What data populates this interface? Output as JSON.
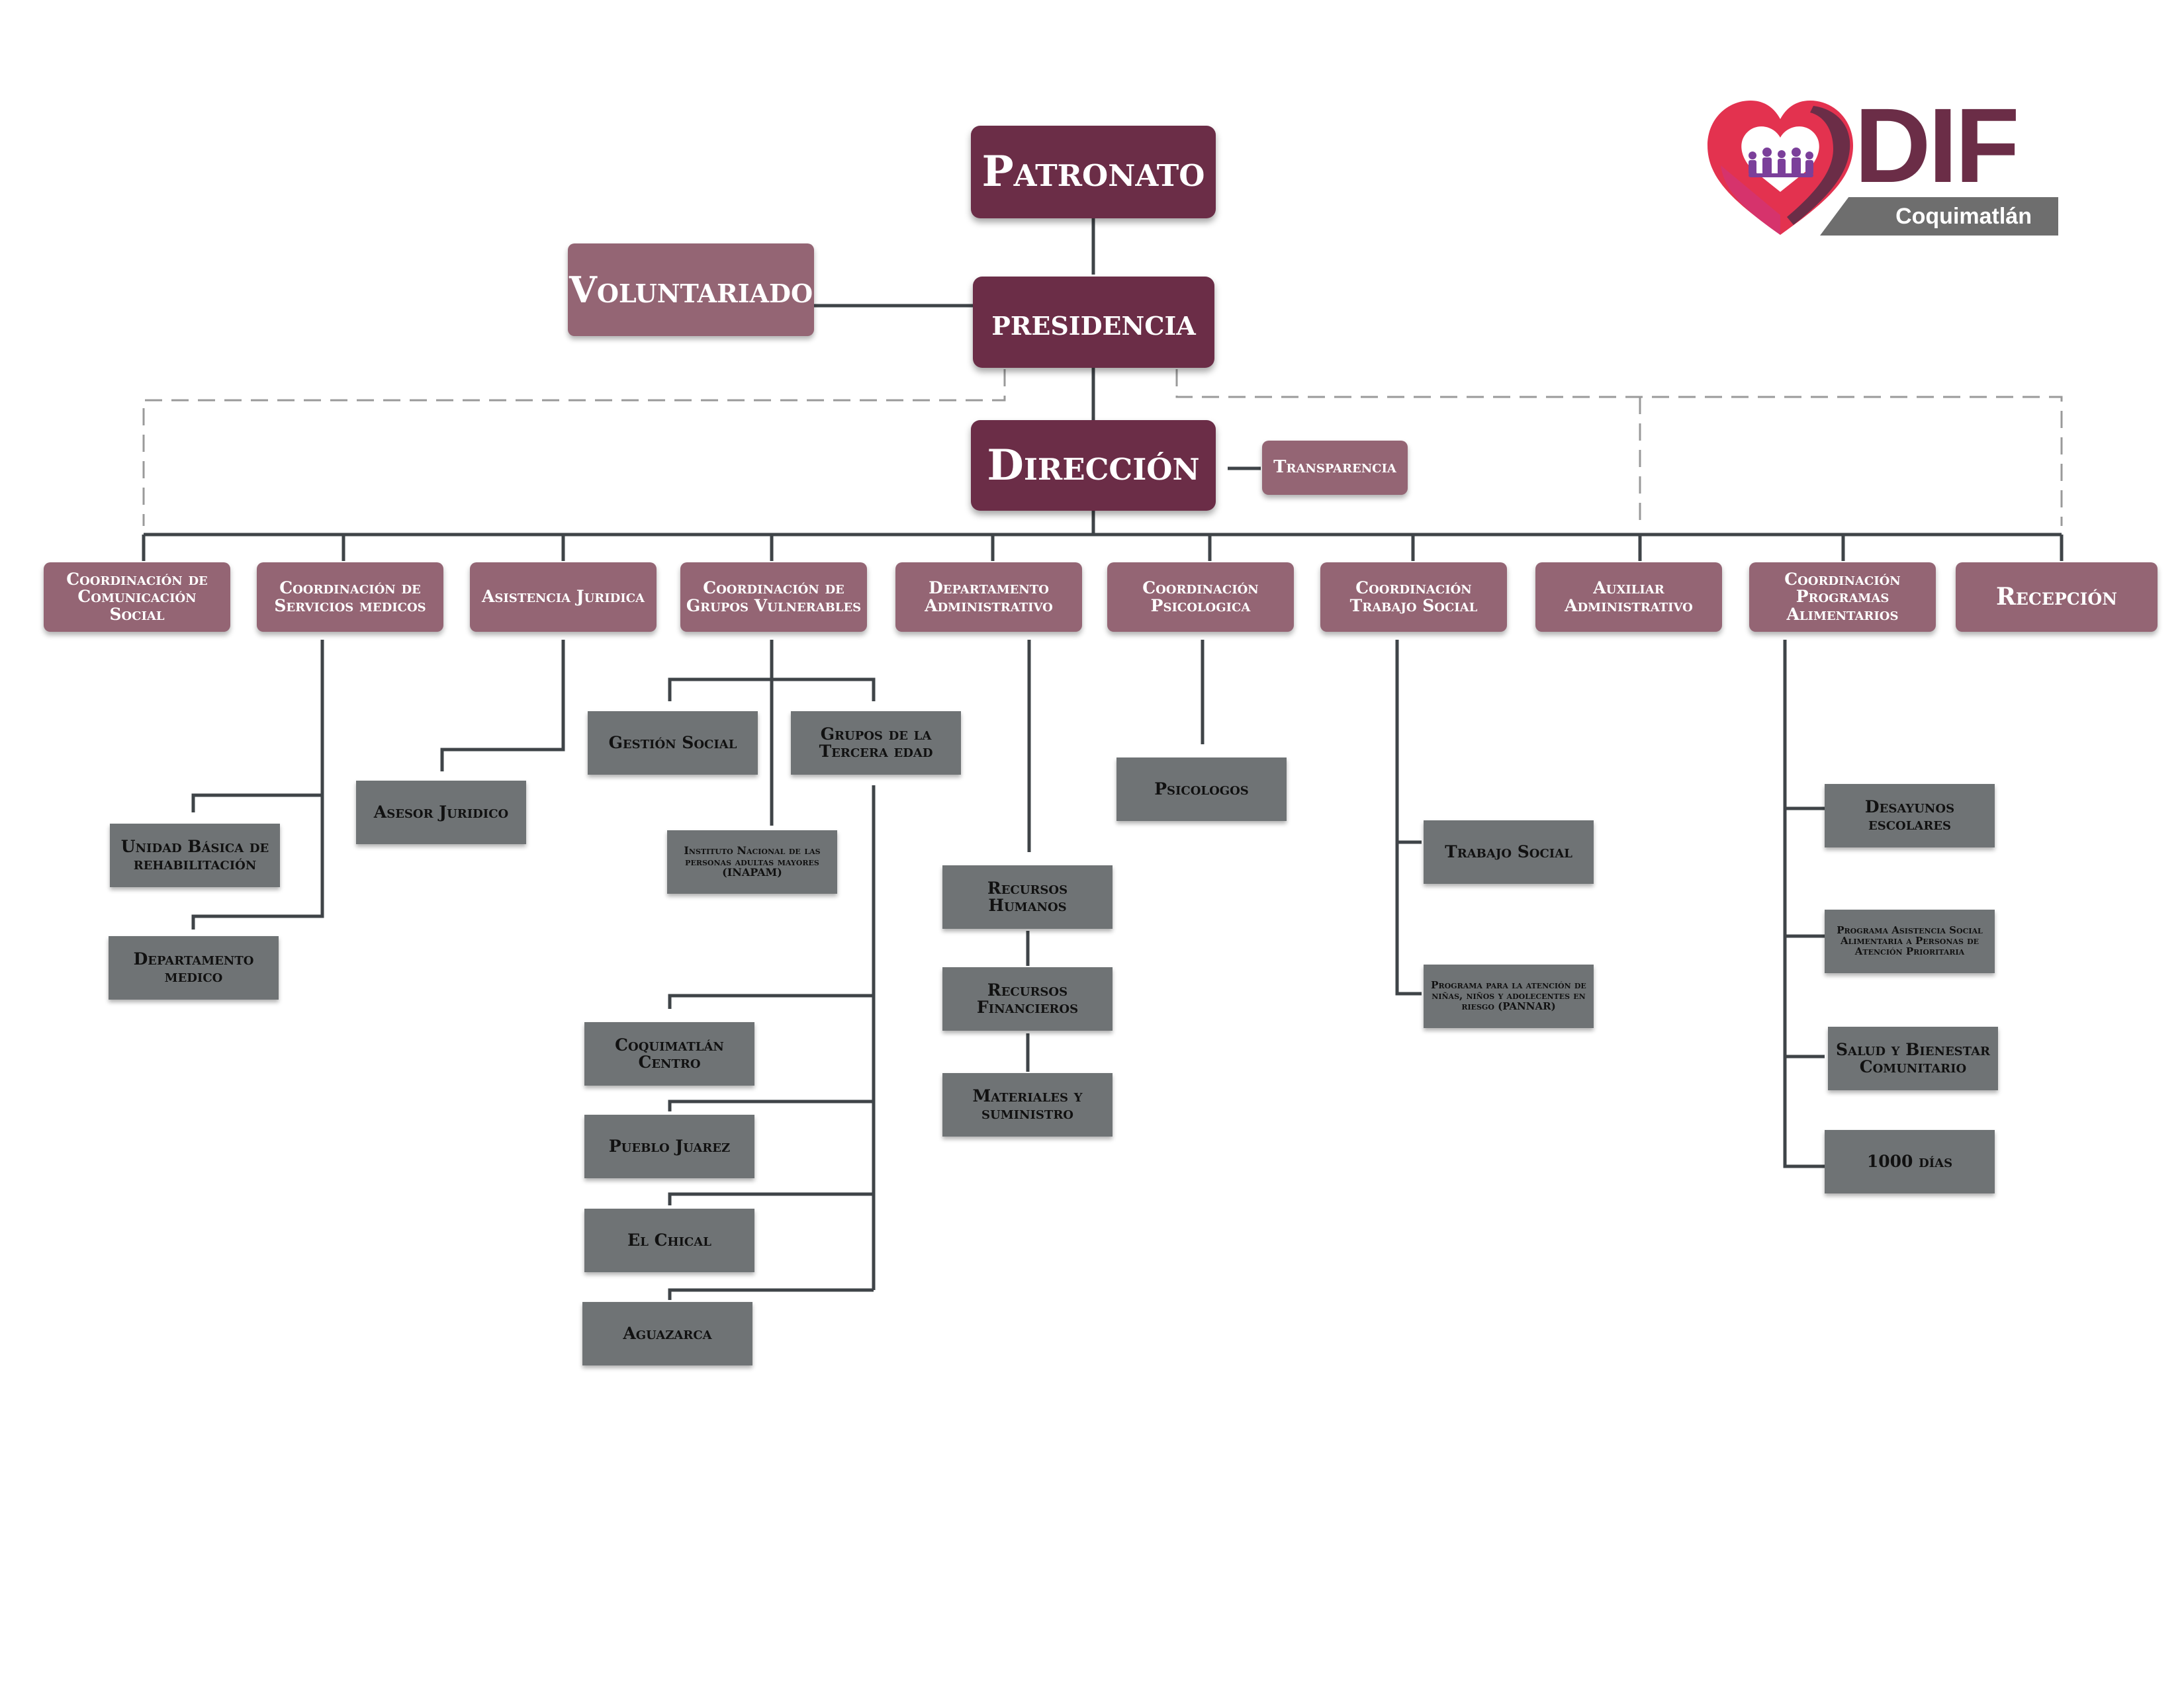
{
  "top": {
    "patronato": "Patronato",
    "presidencia": "presidencia",
    "voluntariado": "Voluntariado",
    "direccion": "Dirección",
    "transparencia": "Transparencia"
  },
  "logo": {
    "title": "DIF",
    "subtitle": "Coquimatlán",
    "colors": {
      "heart_red": "#e3324f",
      "heart_pink": "#d6336c",
      "heart_dark": "#6b2d47",
      "figures": "#7b3f9a"
    }
  },
  "departments": [
    {
      "label": "Coordinación de Comunicación Social"
    },
    {
      "label": "Coordinación de Servicios medicos"
    },
    {
      "label": "Asistencia Juridica"
    },
    {
      "label": "Coordinación de Grupos Vulnerables"
    },
    {
      "label": "Departamento Administrativo"
    },
    {
      "label": "Coordinación Psicologica"
    },
    {
      "label": "Coordinación Trabajo Social"
    },
    {
      "label": "Auxiliar Administrativo"
    },
    {
      "label": "Coordinación Programas Alimentarios"
    },
    {
      "label": "Recepción"
    }
  ],
  "units": {
    "unidad_basica": "Unidad Básica de rehabilitación",
    "depto_medico": "Departamento medico",
    "asesor_juridico": "Asesor Juridico",
    "gestion_social": "Gestión Social",
    "grupos_tercera_edad": "Grupos de la Tercera edad",
    "inapam": "Instituto Nacional de las personas adultas mayores (INAPAM)",
    "coquimatlan_centro": "Coquimatlán Centro",
    "pueblo_juarez": "Pueblo Juarez",
    "el_chical": "El Chical",
    "aguazarca": "Aguazarca",
    "recursos_humanos": "Recursos Humanos",
    "recursos_financieros": "Recursos Financieros",
    "materiales": "Materiales y suministro",
    "psicologos": "Psicologos",
    "trabajo_social": "Trabajo Social",
    "pannar": "Programa para la atención de niñas, niños y adolecentes en riesgo (PANNAR)",
    "desayunos": "Desayunos escolares",
    "asistencia_social_alimentaria": "Programa Asistencia Social Alimentaria a Personas de Atención Prioritaria",
    "salud_bienestar": "Salud y Bienestar Comunitario",
    "mil_dias": "1000 días"
  },
  "colors": {
    "main": "#6b2d47",
    "rose": "#946574",
    "gray": "#6f7375",
    "line": "#3f4448",
    "dashed": "#9a9a9a"
  }
}
